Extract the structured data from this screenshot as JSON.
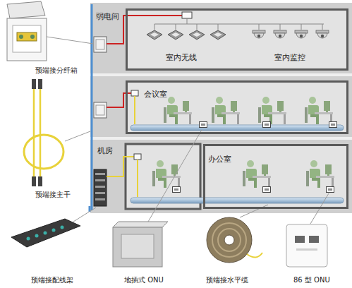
{
  "diagram": {
    "nodes": [
      {
        "text": [
          "弱电间"
        ]
      },
      {
        "text": [
          "室内无线",
          "室内监控"
        ],
        "in": 0
      },
      {
        "text": [
          "会议室"
        ]
      },
      {
        "text": [
          "机房"
        ]
      },
      {
        "text": [
          "办公室"
        ],
        "in": 3
      }
    ],
    "labels": [
      "预端接分纤箱",
      "预端接主干",
      "预端接配线架",
      "地插式 ONU",
      "预端接水平缆",
      "86 型 ONU"
    ]
  }
}
